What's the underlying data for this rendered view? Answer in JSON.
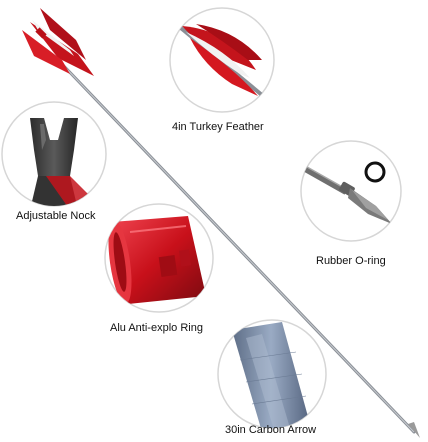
{
  "labels": {
    "feather": "4in Turkey Feather",
    "nock": "Adjustable Nock",
    "oring": "Rubber O-ring",
    "ring": "Alu Anti-explo Ring",
    "arrow": "30in Carbon Arrow"
  },
  "colors": {
    "feather_red": "#c4141c",
    "feather_white": "#f2f2f2",
    "shaft_gray": "#8a8f96",
    "nock_dark": "#3b3b3b",
    "ring_red": "#d3101a",
    "carbon_blue": "#7d8ea8",
    "circle_border": "#d6d6d6"
  }
}
